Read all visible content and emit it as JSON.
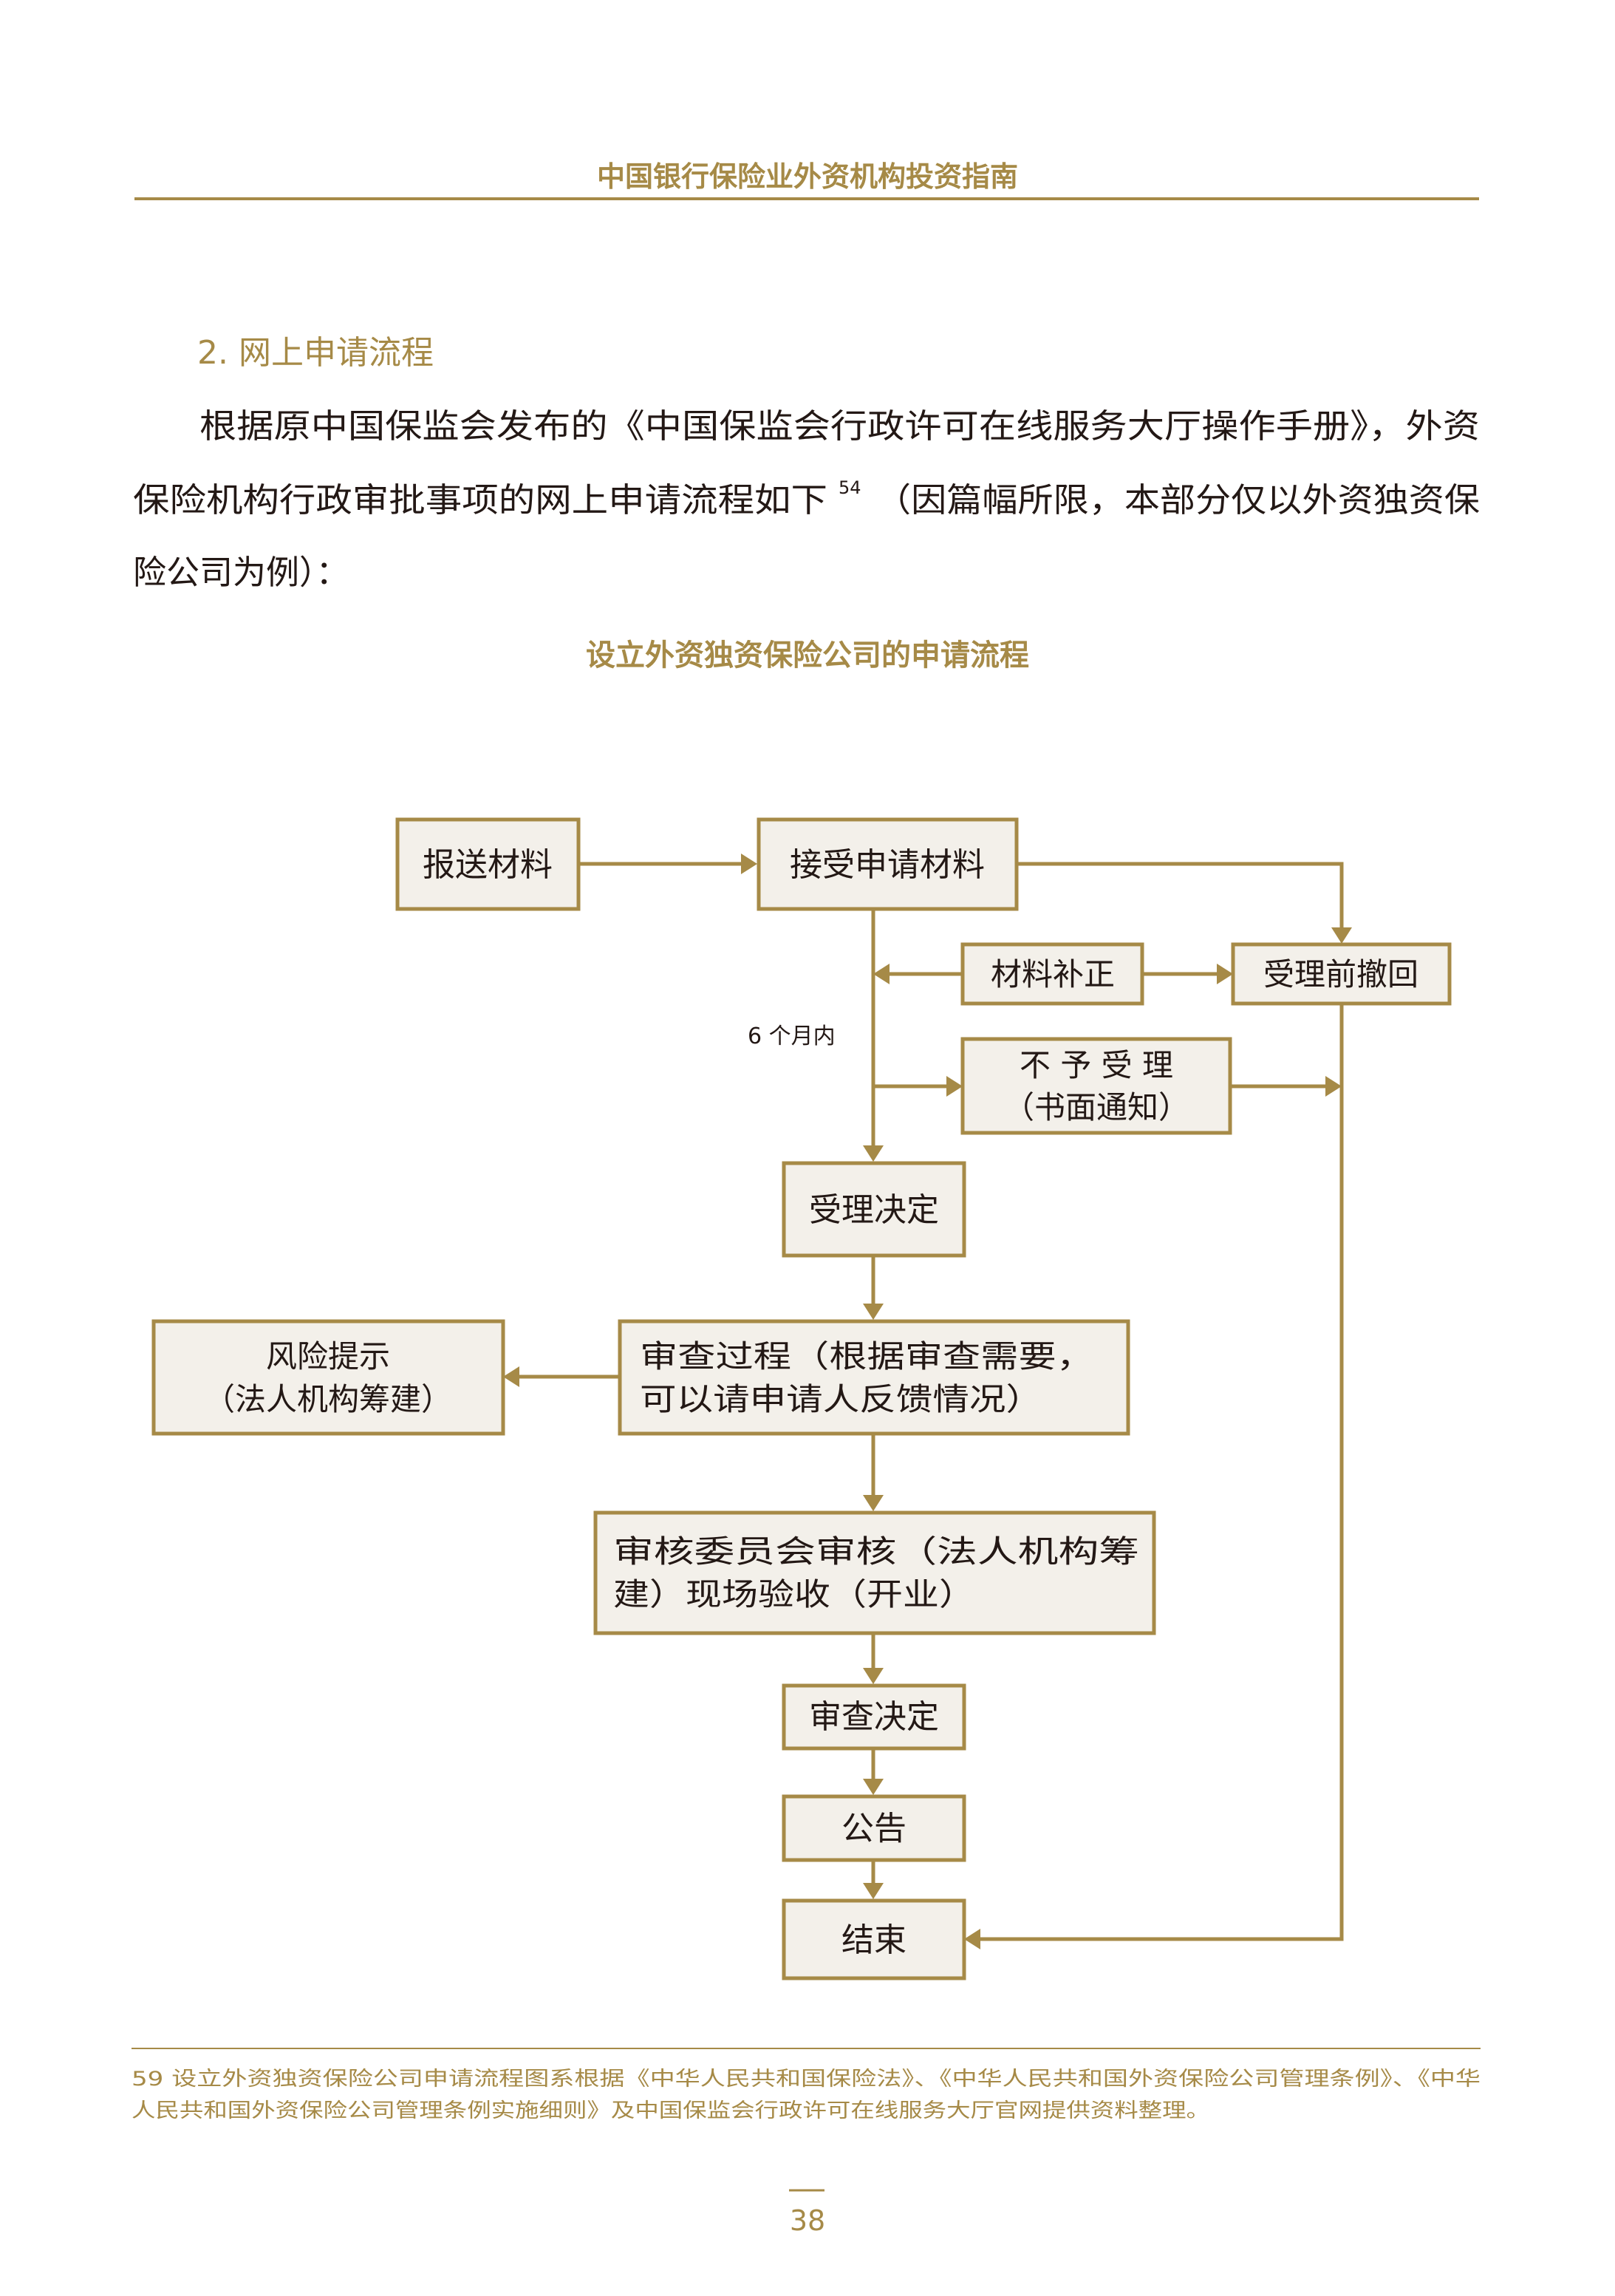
{
  "header": {
    "title": "中国银行保险业外资机构投资指南"
  },
  "section": {
    "heading": "2. 网上申请流程",
    "paragraph_lines": [
      "根据原中国保监会发布的《中国保监会行政许可在线服务大厅操作手册》，外资",
      "保险机构行政审批事项的网上申请流程如下",
      "（因篇幅所限，本部分仅以外资独资保",
      "险公司为例）："
    ],
    "footnote_ref": "54"
  },
  "flowchart": {
    "title": "设立外资独资保险公司的申请流程",
    "nodes": {
      "submit": "报送材料",
      "accept": "接受申请材料",
      "supplement": "材料补正",
      "withdraw": "受理前撤回",
      "reject_1": "不 予 受 理",
      "reject_2": "（书面通知）",
      "decision": "受理决定",
      "risk_1": "风险提示",
      "risk_2": "（法人机构筹建）",
      "review_1": "审查过程（根据审查需要，",
      "review_2": "可以请申请人反馈情况）",
      "committee_1": "审核委员会审核（法人机构筹",
      "committee_2": "建）现场验收（开业）",
      "review_decision": "审查决定",
      "announce": "公告",
      "end": "结束"
    },
    "time_label": "6 个月内"
  },
  "footnote": {
    "line1": "59  设立外资独资保险公司申请流程图系根据《中华人民共和国保险法》、《中华人民共和国外资保险公司管理条例》、《中华",
    "line2": "人民共和国外资保险公司管理条例实施细则》及中国保监会行政许可在线服务大厅官网提供资料整理。"
  },
  "page_number": "38",
  "colors": {
    "accent": "#a68a47",
    "box_fill": "#f3f0ea",
    "text": "#231815"
  }
}
